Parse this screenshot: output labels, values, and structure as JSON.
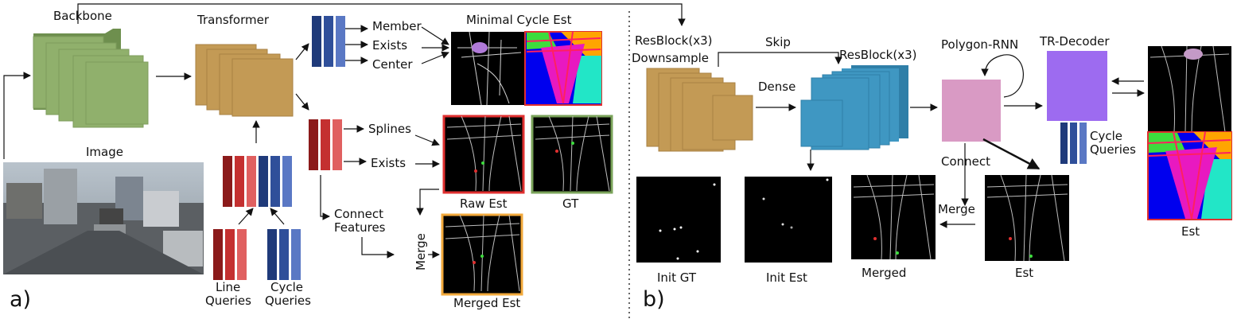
{
  "panel_a": {
    "label": "a)",
    "backbone": "Backbone",
    "transformer": "Transformer",
    "image": "Image",
    "line_queries": [
      "Line",
      "Queries"
    ],
    "cycle_queries": [
      "Cycle",
      "Queries"
    ],
    "member": "Member",
    "exists_top": "Exists",
    "center": "Center",
    "minimal_cycle_est": "Minimal Cycle Est",
    "splines": "Splines",
    "exists_bottom": "Exists",
    "raw_est": "Raw Est",
    "gt": "GT",
    "connect_features": [
      "Connect",
      "Features"
    ],
    "merge": "Merge",
    "merged_est": "Merged Est"
  },
  "panel_b": {
    "label": "b)",
    "resblock_left": "ResBlock(x3)",
    "downsample": "Downsample",
    "skip": "Skip",
    "resblock_right": "ResBlock(x3)",
    "dense": "Dense",
    "polygon_rnn": "Polygon-RNN",
    "tr_decoder": "TR-Decoder",
    "cycle_queries": [
      "Cycle",
      "Queries"
    ],
    "connect": "Connect",
    "merge": "Merge",
    "init_gt": "Init GT",
    "init_est": "Init Est",
    "merged": "Merged",
    "est": "Est",
    "est_final": "Est"
  },
  "colors": {
    "backbone": "#8fae6b",
    "transformer": "#c39a55",
    "line_query_dark": "#8b1a1a",
    "line_query_mid": "#c43030",
    "line_query_light": "#e06060",
    "cycle_query_dark": "#1f3a7a",
    "cycle_query_mid": "#2f4f9a",
    "cycle_query_light": "#5a78c4",
    "resblock_blue": "#3f97c2",
    "polygon_rnn": "#d99ac4",
    "tr_decoder": "#9d6bf0",
    "raw_est_border": "#e03030",
    "gt_border": "#7aa35a",
    "merged_est_border": "#f2a93b",
    "min_cycle_border": "#e03030"
  }
}
